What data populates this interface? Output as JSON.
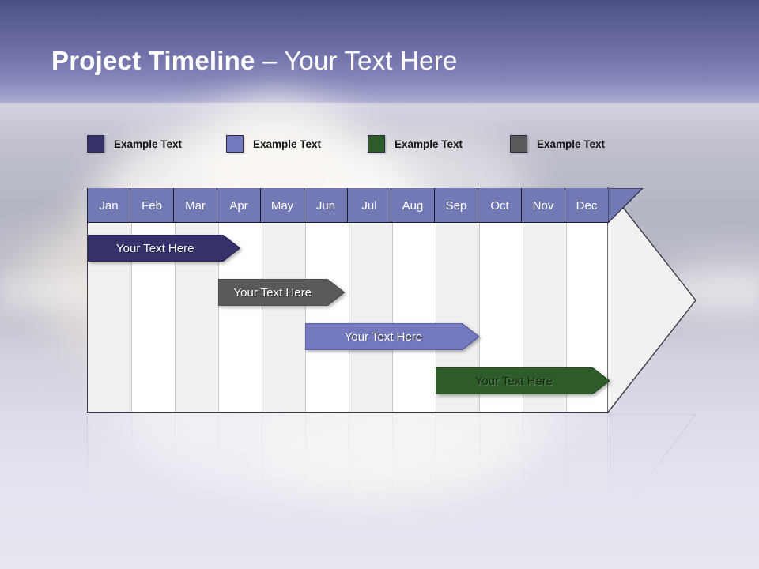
{
  "slide": {
    "title_bold": "Project Timeline",
    "title_separator": " – ",
    "title_light": "Your Text Here"
  },
  "legend": {
    "items": [
      {
        "label": "Example Text",
        "color": "#35326B",
        "name": "legend-navy"
      },
      {
        "label": "Example Text",
        "color": "#7479BE",
        "name": "legend-periwinkle"
      },
      {
        "label": "Example Text",
        "color": "#2D5B2A",
        "name": "legend-green"
      },
      {
        "label": "Example Text",
        "color": "#5A5A5A",
        "name": "legend-gray"
      }
    ]
  },
  "chart_data": {
    "type": "bar",
    "title": "Project Timeline – Your Text Here",
    "xlabel": "",
    "ylabel": "",
    "categories": [
      "Jan",
      "Feb",
      "Mar",
      "Apr",
      "May",
      "Jun",
      "Jul",
      "Aug",
      "Sep",
      "Oct",
      "Nov",
      "Dec"
    ],
    "grid": true,
    "legend_position": "top",
    "series": [
      {
        "name": "Your  Text Here",
        "color": "#35326B",
        "text_color": "#FFFFFF",
        "start_month": 1,
        "end_month": 4.5,
        "row": 1
      },
      {
        "name": "Your  Text Here",
        "color": "#5A5A5A",
        "text_color": "#FFFFFF",
        "start_month": 4,
        "end_month": 6.9,
        "row": 2
      },
      {
        "name": "Your  Text Here",
        "color": "#7479BE",
        "text_color": "#FFFFFF",
        "start_month": 6,
        "end_month": 10.0,
        "row": 3
      },
      {
        "name": "Your  Text Here",
        "color": "#2D5B2A",
        "text_color": "#111111",
        "start_month": 9,
        "end_month": 13.0,
        "row": 4
      }
    ]
  },
  "months": [
    "Jan",
    "Feb",
    "Mar",
    "Apr",
    "May",
    "Jun",
    "Jul",
    "Aug",
    "Sep",
    "Oct",
    "Nov",
    "Dec"
  ],
  "bars": [
    {
      "label": "Your  Text Here",
      "color": "#35326B",
      "stroke": "#24224A",
      "text_color": "#FFFFFF"
    },
    {
      "label": "Your  Text Here",
      "color": "#5A5A5A",
      "stroke": "#404040",
      "text_color": "#FFFFFF"
    },
    {
      "label": "Your  Text Here",
      "color": "#7479BE",
      "stroke": "#4B5196",
      "text_color": "#FFFFFF"
    },
    {
      "label": "Your  Text Here",
      "color": "#2D5B2A",
      "stroke": "#204020",
      "text_color": "#14280F"
    }
  ],
  "colors": {
    "header_blue": "#7279B4",
    "grid_stripe": "#F0F0F0",
    "grid_border": "#3A3A46",
    "title_text": "#FFFFFF"
  }
}
